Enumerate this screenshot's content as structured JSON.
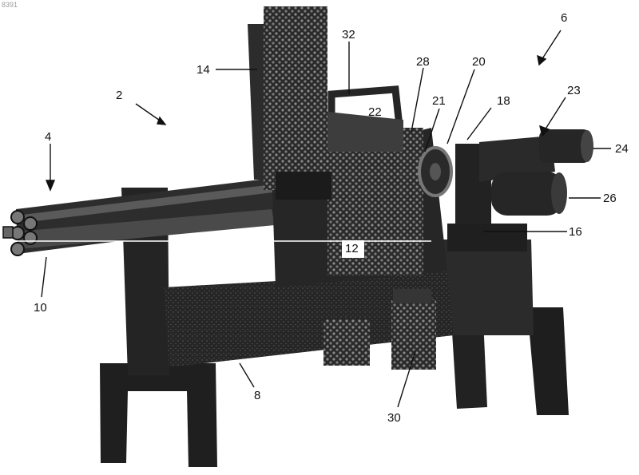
{
  "document_id": "8391",
  "labels": {
    "l2": "2",
    "l4": "4",
    "l6": "6",
    "l8": "8",
    "l10": "10",
    "l12": "12",
    "l14": "14",
    "l16": "16",
    "l18": "18",
    "l20": "20",
    "l21": "21",
    "l22": "22",
    "l23": "23",
    "l24": "24",
    "l26": "26",
    "l28": "28",
    "l30": "30",
    "l32": "32"
  },
  "colors": {
    "metal_dark": "#1c1c1c",
    "metal_mid": "#3a3a3a",
    "metal_light": "#6a6a6a",
    "paper": "#ffffff"
  }
}
